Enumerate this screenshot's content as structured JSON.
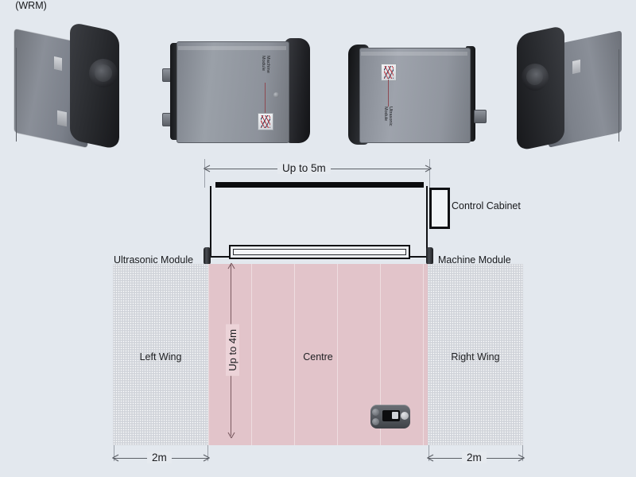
{
  "diagram": {
    "background_color": "#e3e8ee",
    "centre_color": "#e2c4ca",
    "wing_color": "#d9dce1",
    "line_color": "#101114"
  },
  "devices": [
    {
      "id": "device-angled-left",
      "label": ""
    },
    {
      "id": "device-machine-module",
      "label": "Machine Module"
    },
    {
      "id": "device-ultrasonic-module",
      "label": "Ultrasonic Module"
    },
    {
      "id": "device-angled-right",
      "label": ""
    }
  ],
  "dimensions": {
    "width": "Up to 5m",
    "height": "Up to 4m",
    "left_wing_width": "2m",
    "right_wing_width": "2m"
  },
  "callouts": {
    "control_cabinet": "Control Cabinet",
    "ultrasonic_module": "Ultrasonic Module",
    "machine_module": "Machine Module"
  },
  "zones": [
    {
      "name": "left-wing",
      "label": "Left Wing"
    },
    {
      "name": "centre",
      "label": "Centre"
    },
    {
      "name": "right-wing",
      "label": "Right Wing"
    }
  ],
  "wrm": {
    "label": "(WRM)"
  }
}
